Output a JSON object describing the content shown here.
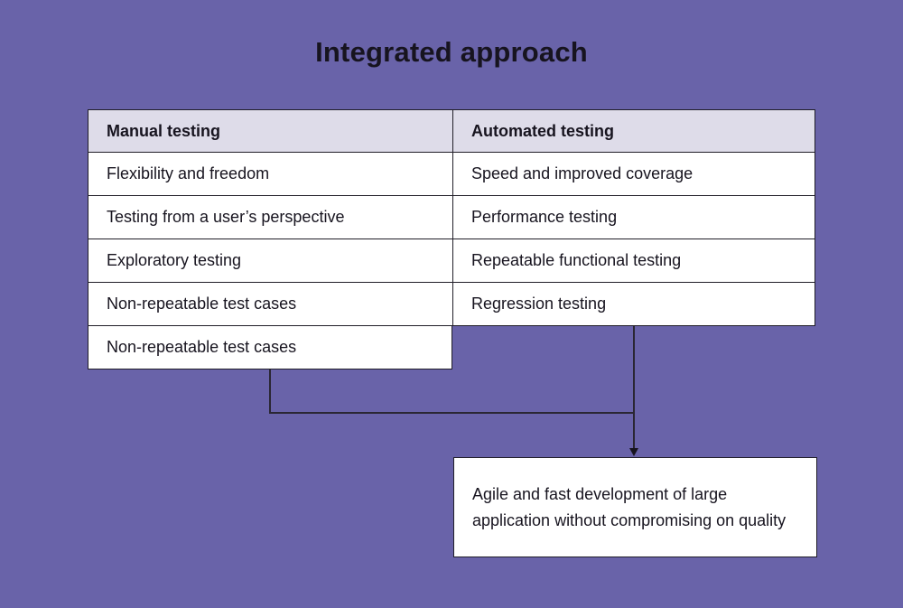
{
  "title": "Integrated approach",
  "table": {
    "headers": [
      "Manual testing",
      "Automated testing"
    ],
    "rows": [
      [
        "Flexibility and freedom",
        "Speed and improved coverage"
      ],
      [
        "Testing from a user’s perspective",
        "Performance testing"
      ],
      [
        "Exploratory testing",
        "Repeatable functional testing"
      ],
      [
        "Non-repeatable test cases",
        "Regression testing"
      ]
    ],
    "extra_left_row": "Non-repeatable test cases"
  },
  "result_box": {
    "text": "Agile and fast development of large application without compromising on quality"
  },
  "colors": {
    "background": "#6963A9",
    "header_bg": "#DEDCE9",
    "cell_bg": "#FFFFFF",
    "border": "#201E28",
    "connector": "#2A2733",
    "text": "#17141F"
  }
}
